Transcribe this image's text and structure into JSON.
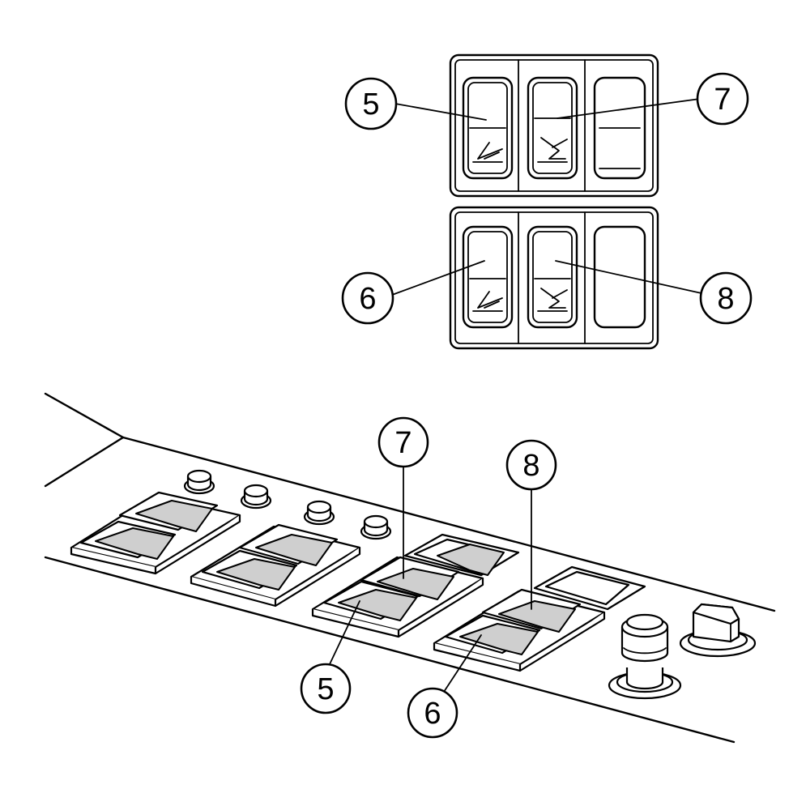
{
  "callouts": {
    "panel_5": "5",
    "panel_6": "6",
    "panel_7": "7",
    "panel_8": "8",
    "console_5": "5",
    "console_6": "6",
    "console_7": "7",
    "console_8": "8"
  },
  "icons": {
    "switch_5": "blade-lower-icon",
    "switch_6": "blade-lower-icon",
    "switch_7": "blade-raise-icon",
    "switch_8": "blade-raise-icon"
  }
}
